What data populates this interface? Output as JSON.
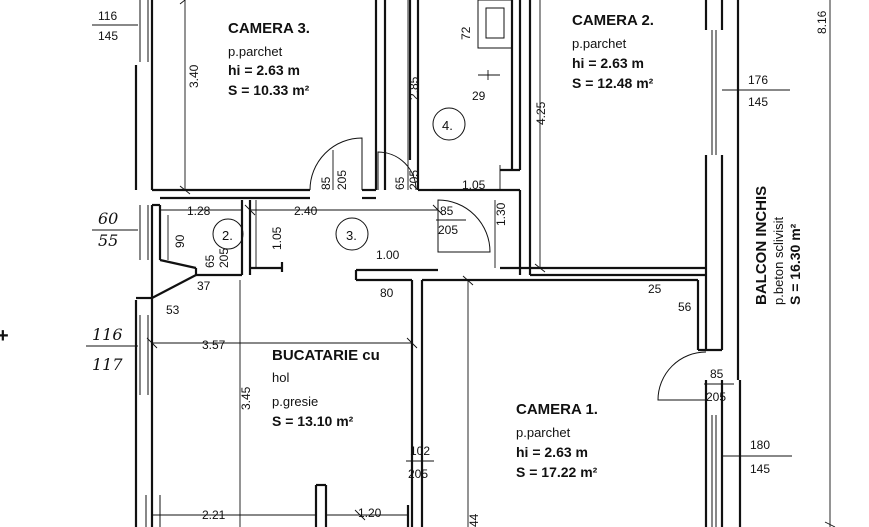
{
  "rooms": {
    "camera3": {
      "name": "CAMERA 3.",
      "floor": "p.parchet",
      "height": "hi = 2.63 m",
      "area": "S = 10.33 m²"
    },
    "camera2": {
      "name": "CAMERA 2.",
      "floor": "p.parchet",
      "height": "hi = 2.63 m",
      "area": "S = 12.48 m²"
    },
    "bucatarie": {
      "name_line1": "BUCATARIE cu",
      "name_line2": "hol",
      "floor": "p.gresie",
      "area": "S = 13.10 m²"
    },
    "camera1": {
      "name": "CAMERA 1.",
      "floor": "p.parchet",
      "height": "hi = 2.63 m",
      "area": "S = 17.22 m²"
    },
    "balcon": {
      "name": "BALCON INCHIS",
      "floor": "p.beton sclivisit",
      "area": "S = 16.30 m²"
    }
  },
  "room_numbers": {
    "n2": "2.",
    "n3": "3.",
    "n4": "4."
  },
  "openings": {
    "w116_145_top": "116",
    "w116_145_bot": "145",
    "w176_145_top": "176",
    "w176_145_bot": "145",
    "w60_55_top": "60",
    "w60_55_bot": "55",
    "w116_117_top": "116",
    "w116_117_bot": "117",
    "d85_205_c3_top": "85",
    "d85_205_c3_bot": "205",
    "d65_205_bath4_top": "65",
    "d65_205_bath4_bot": "205",
    "d85_205_hall_top": "85",
    "d85_205_hall_bot": "205",
    "d65_205_bath2_top": "65",
    "d65_205_bath2_bot": "205",
    "d85_205_balcony_top": "85",
    "d85_205_balcony_bot": "205",
    "d102_205_top": "102",
    "d102_205_bot": "205",
    "w180_145_top": "180",
    "w180_145_bot": "145"
  },
  "dimensions": {
    "d340": "3.40",
    "d285": "2.85",
    "d72": "72",
    "d29": "29",
    "d425": "4.25",
    "d816": "8.16",
    "d105a": "1.05",
    "d128": "1.28",
    "d240": "2.40",
    "d105b": "1.05",
    "d130": "1.30",
    "d90": "90",
    "d100": "1.00",
    "d80": "80",
    "d37": "37",
    "d53": "53",
    "d25": "25",
    "d56": "56",
    "d357": "3.57",
    "d345": "3.45",
    "d221": "2.21",
    "d120": "1.20",
    "d44": "44"
  },
  "markers": {
    "plus": "+"
  }
}
